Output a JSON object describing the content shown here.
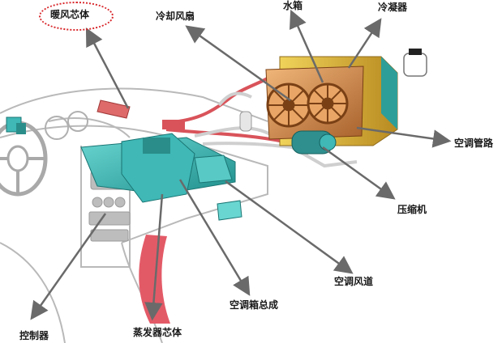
{
  "labels": {
    "heater_core": "暖风芯体",
    "cooling_fan": "冷却风扇",
    "radiator": "水箱",
    "condenser": "冷凝器",
    "ac_pipe": "空调管路",
    "compressor": "压缩机",
    "ac_duct": "空调风道",
    "hvac_assembly": "空调箱总成",
    "evaporator_core": "蒸发器芯体",
    "controller": "控制器"
  },
  "colors": {
    "arrow": "#6a6a6a",
    "highlight_ring": "#d8262a",
    "duct": "#3fb8b6",
    "heater_pipe": "#d9535a",
    "radiator": "#c98a48",
    "condenser": "#d8b43c",
    "compressor": "#2f8f8f"
  }
}
